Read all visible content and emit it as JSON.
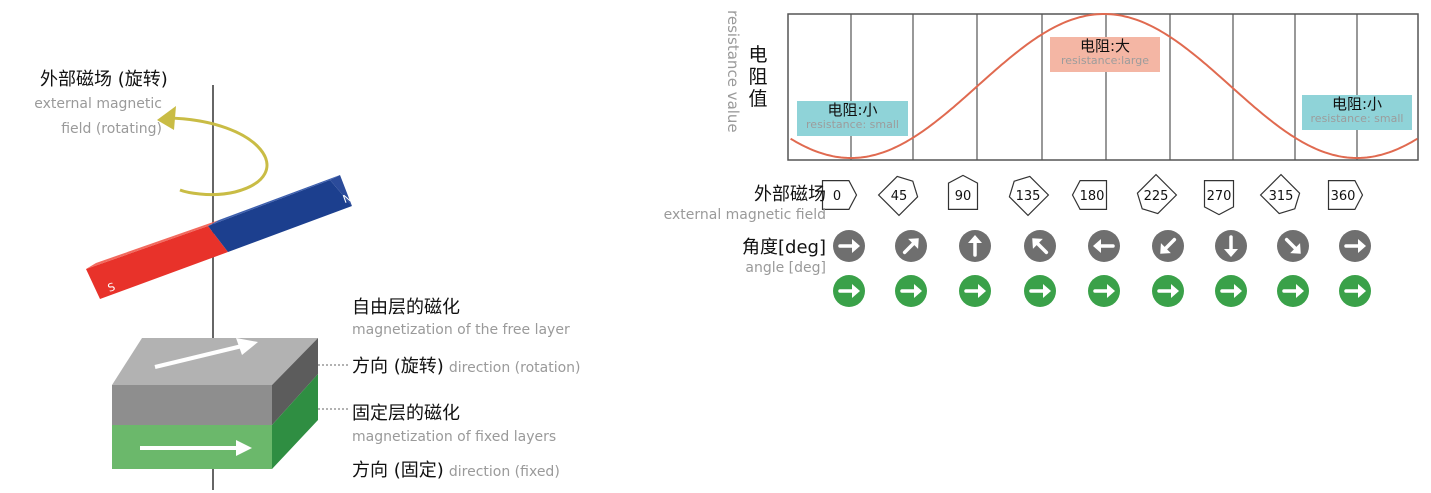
{
  "left": {
    "external_field": {
      "zh": "外部磁场 (旋转)",
      "en_line1": "external magnetic",
      "en_line2": "field (rotating)"
    },
    "magnet": {
      "south": "S",
      "north": "N"
    },
    "free_layer": {
      "zh": "自由层的磁化",
      "en": "magnetization of the free layer",
      "dir_zh": "方向 (旋转)",
      "dir_en": "direction (rotation)"
    },
    "fixed_layer": {
      "zh": "固定层的磁化",
      "en": "magnetization of fixed layers",
      "dir_zh": "方向 (固定)",
      "dir_en": "direction (fixed)"
    },
    "colors": {
      "arrow_yellow": "#c9bc45",
      "magnet_red": "#e8322a",
      "magnet_blue": "#1c3f8e",
      "free_gray": "#8e8e8e",
      "fixed_green": "#6bb86b"
    }
  },
  "right": {
    "y_axis": {
      "zh": "电阻值",
      "en": "resistance value"
    },
    "badges": {
      "small_left": {
        "zh": "电阻:小",
        "en": "resistance: small"
      },
      "large": {
        "zh": "电阻:大",
        "en": "resistance:large"
      },
      "small_right": {
        "zh": "电阻:小",
        "en": "resistance: small"
      }
    },
    "field_row": {
      "zh": "外部磁场",
      "en": "external magnetic field"
    },
    "angle_row": {
      "zh": "角度[deg]",
      "en": "angle [deg]"
    },
    "colors": {
      "curve": "#e06a50",
      "badge_cyan": "#8fd3d8",
      "badge_salmon": "#f4b6a4",
      "gray_circle": "#6f6f6f",
      "green_circle": "#3aa149"
    }
  },
  "chart_data": {
    "type": "line",
    "title": "",
    "xlabel": "",
    "ylabel": "电阻值 resistance value",
    "x": [
      0,
      45,
      90,
      135,
      180,
      225,
      270,
      315,
      360
    ],
    "series": [
      {
        "values": [
          0,
          0.146,
          0.5,
          0.854,
          1,
          0.854,
          0.5,
          0.146,
          0
        ]
      }
    ],
    "angle_labels": [
      "0",
      "45",
      "90",
      "135",
      "180",
      "225",
      "270",
      "315",
      "360"
    ],
    "field_directions_deg": [
      0,
      45,
      90,
      135,
      180,
      225,
      270,
      315,
      360
    ],
    "fixed_direction_deg": 0,
    "grid": true
  }
}
